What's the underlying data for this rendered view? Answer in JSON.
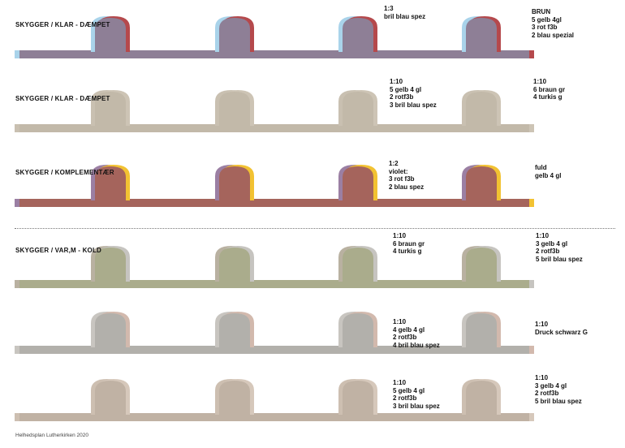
{
  "rows": [
    {
      "title": "SKYGGER / KLAR - DÆMPET",
      "center_note": [
        "1:3",
        "bril blau spez"
      ],
      "right_note": [
        "BRUN",
        "5 gelb 4gl",
        "3 rot f3b",
        "2 blau spezial"
      ],
      "colors": {
        "main": "#8e7f96",
        "left_shadow": "#a9d3ea",
        "right_shadow": "#b5494c"
      }
    },
    {
      "title": "SKYGGER / KLAR - DÆMPET",
      "center_note": [
        "1:10",
        "5 gelb 4 gl",
        "2 rotf3b",
        "3 bril blau spez"
      ],
      "right_note": [
        "1:10",
        "6 braun gr",
        "4 turkis g"
      ],
      "colors": {
        "main": "#c2b9a9",
        "left_shadow": "#c9c0b1",
        "right_shadow": "#cdc4b5"
      }
    },
    {
      "title": "SKYGGER / KOMPLEMENTÆR",
      "center_note": [
        "1:2",
        "violet:",
        "3 rot f3b",
        "2 blau spez"
      ],
      "right_note": [
        "fuld",
        "gelb 4 gl"
      ],
      "colors": {
        "main": "#a5645c",
        "left_shadow": "#9b7fa3",
        "right_shadow": "#f2c232"
      }
    },
    {
      "title": "SKYGGER / VAR,M - KOLD",
      "center_note": [
        "1:10",
        "6 braun gr",
        "4 turkis g"
      ],
      "right_note": [
        "1:10",
        "3 gelb 4 gl",
        "2 rotf3b",
        "5 bril blau spez"
      ],
      "colors": {
        "main": "#aaac8c",
        "left_shadow": "#b9b1a1",
        "right_shadow": "#c6c4c0"
      }
    },
    {
      "title": "",
      "center_note": [
        "1:10",
        "4 gelb 4 gl",
        "2 rotf3b",
        "4 bril blau spez"
      ],
      "right_note": [
        "1:10",
        "Druck schwarz G"
      ],
      "colors": {
        "main": "#b2b0ab",
        "left_shadow": "#c8c5c0",
        "right_shadow": "#d2b9ad"
      }
    },
    {
      "title": "",
      "center_note": [
        "1:10",
        "5 gelb 4 gl",
        "2 rotf3b",
        "3 bril blau spez"
      ],
      "right_note": [
        "1:10",
        "3 gelb 4 gl",
        "2 rotf3b",
        "5 bril blau spez"
      ],
      "colors": {
        "main": "#c0b2a4",
        "left_shadow": "#cdbfb1",
        "right_shadow": "#d6c8bb"
      }
    }
  ],
  "footer": "Helhedsplan Lutherkirken 2020"
}
